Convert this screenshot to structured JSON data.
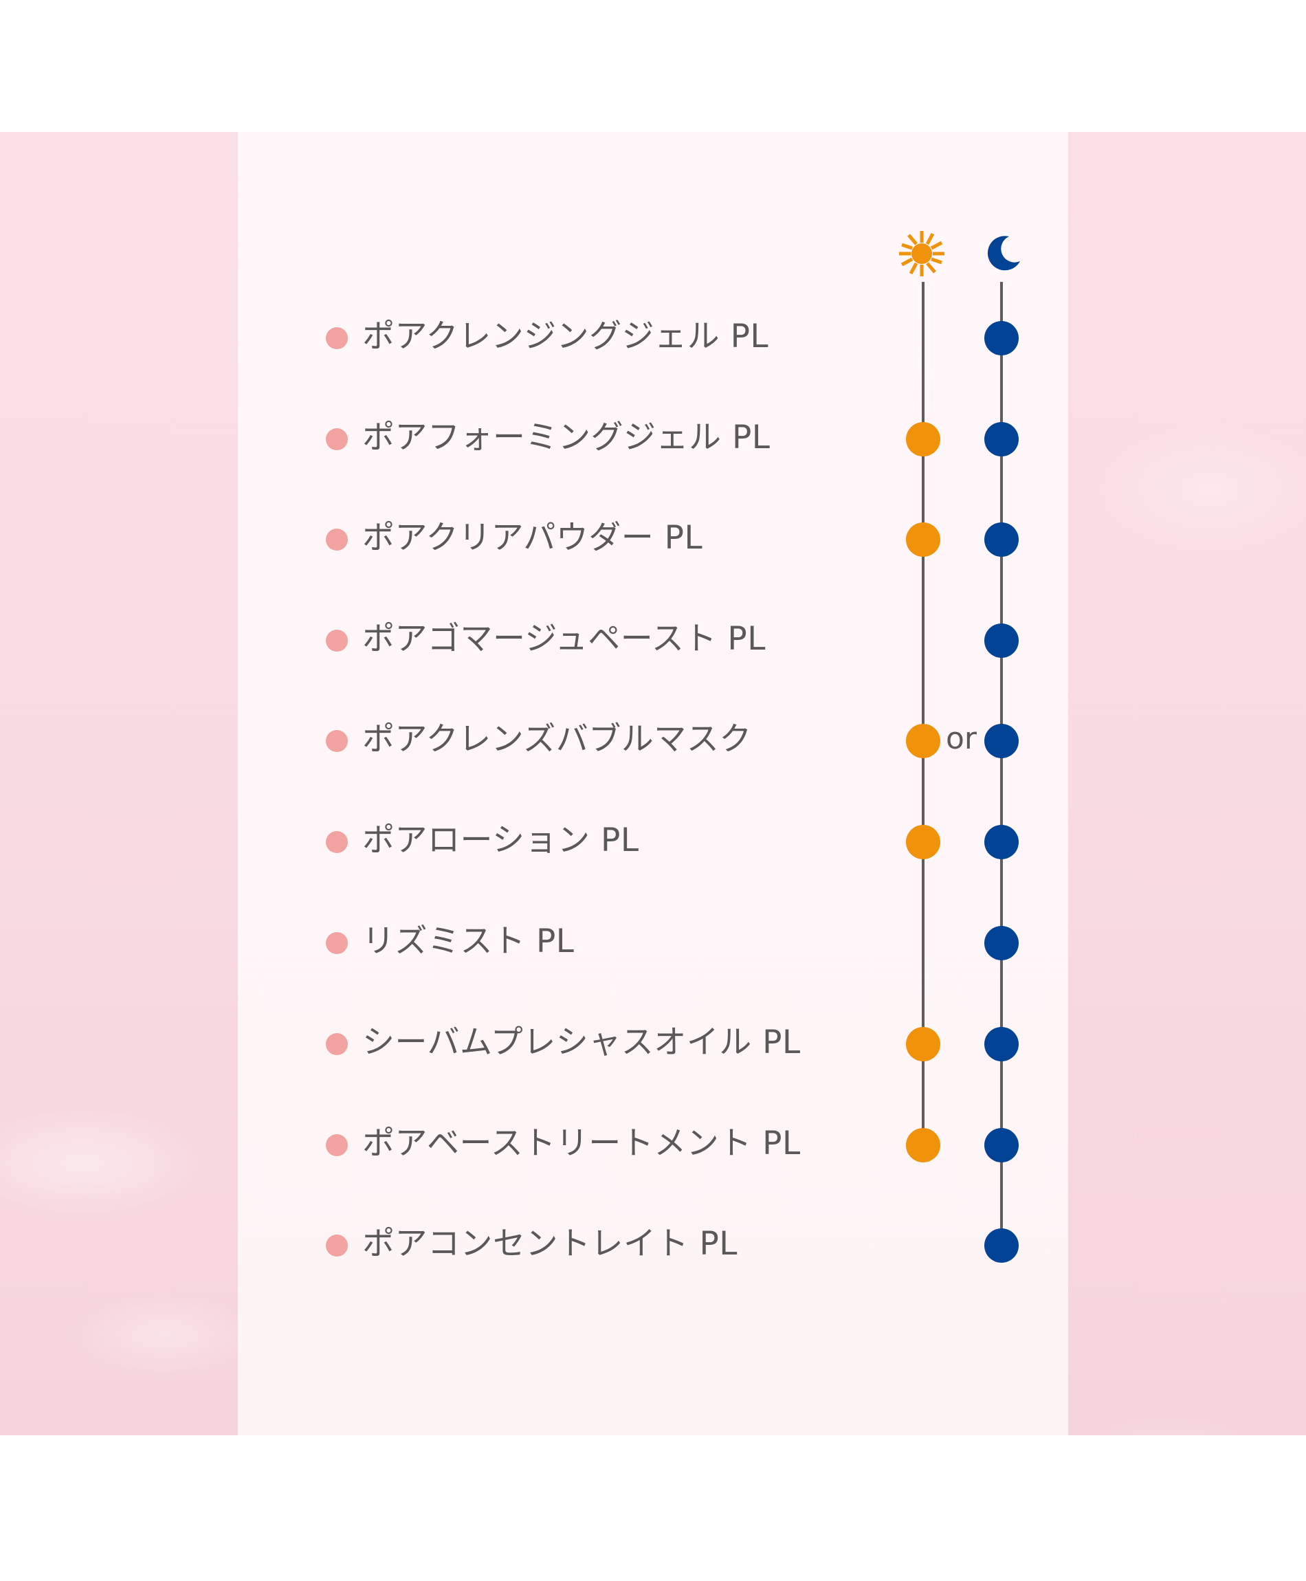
{
  "colors": {
    "bullet": "#f2a3a1",
    "day": "#f0930a",
    "night": "#034395",
    "line": "#5e5c5d",
    "text": "#5a5859",
    "band": "#f9dbe3",
    "panel": "#fef6f8"
  },
  "legend": {
    "day_icon": "sun-icon",
    "night_icon": "moon-icon"
  },
  "or_label": "or",
  "items": [
    {
      "label": "ポアクレンジングジェル PL",
      "day": false,
      "night": true
    },
    {
      "label": "ポアフォーミングジェル PL",
      "day": true,
      "night": true
    },
    {
      "label": "ポアクリアパウダー PL",
      "day": true,
      "night": true
    },
    {
      "label": "ポアゴマージュペースト PL",
      "day": false,
      "night": true
    },
    {
      "label": "ポアクレンズバブルマスク",
      "day": true,
      "night": true,
      "either": true
    },
    {
      "label": "ポアローション PL",
      "day": true,
      "night": true
    },
    {
      "label": "リズミスト PL",
      "day": false,
      "night": true
    },
    {
      "label": "シーバムプレシャスオイル PL",
      "day": true,
      "night": true
    },
    {
      "label": "ポアベーストリートメント PL",
      "day": true,
      "night": true
    },
    {
      "label": "ポアコンセントレイト PL",
      "day": false,
      "night": true
    }
  ]
}
